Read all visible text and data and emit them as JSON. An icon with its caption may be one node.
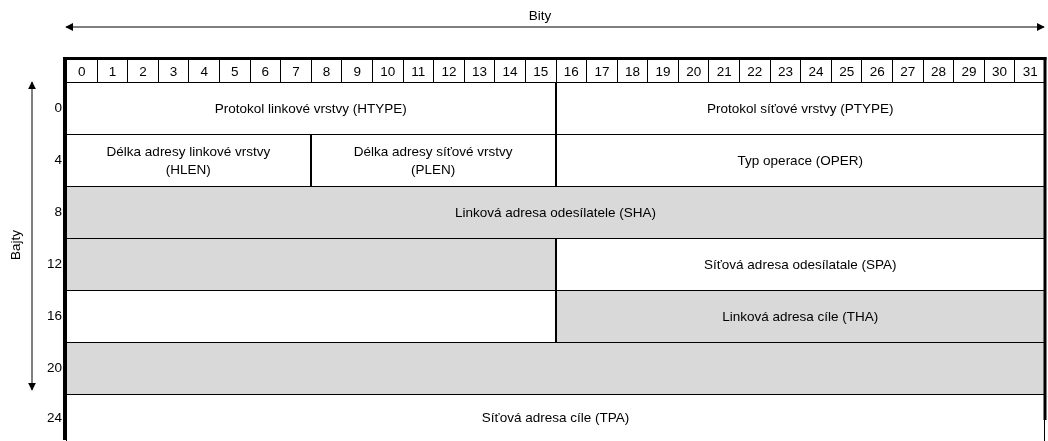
{
  "diagram": {
    "nodes": [
      {
        "text": [
          "Protokol linkové vrstvy (HTYPE)"
        ]
      },
      {
        "text": [
          "Protokol síťové vrstvy (PTYPE)"
        ]
      },
      {
        "text": [
          "Délka adresy linkové vrstvy (HLEN)"
        ]
      },
      {
        "text": [
          "Délka adresy síťové vrstvy (PLEN)"
        ]
      },
      {
        "text": [
          "Typ operace (OPER)"
        ]
      },
      {
        "text": [
          "Linková adresa odesílatele (SHA)"
        ]
      },
      {
        "text": [],
        "shape": "box"
      },
      {
        "text": [
          "Síťová adresa odesílatale (SPA)"
        ]
      },
      {
        "text": [],
        "shape": "box"
      },
      {
        "text": [
          "Linková adresa cíle (THA)"
        ]
      },
      {
        "text": [],
        "shape": "box"
      },
      {
        "text": [
          "Síťová adresa cíle (TPA)"
        ]
      }
    ],
    "labels": [
      "Bity",
      "0",
      "1",
      "2",
      "3",
      "4",
      "5",
      "6",
      "7",
      "8",
      "9",
      "10",
      "11",
      "12",
      "13",
      "14",
      "15",
      "16",
      "17",
      "18",
      "19",
      "20",
      "21",
      "22",
      "23",
      "24",
      "25",
      "26",
      "27",
      "28",
      "29",
      "30",
      "31",
      "0",
      "4",
      "8",
      "Bajty",
      "12",
      "16",
      "20",
      "24"
    ]
  }
}
